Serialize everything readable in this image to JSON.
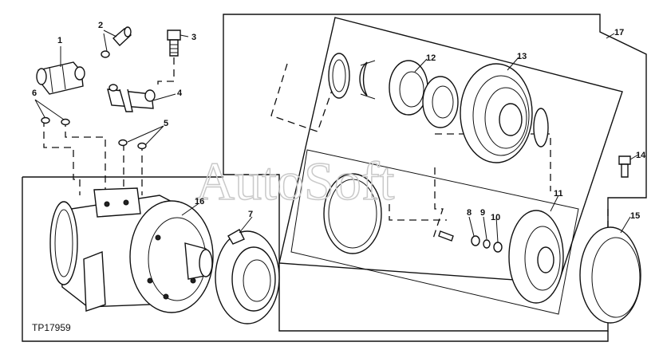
{
  "figure_id": "TP17959",
  "watermark": "AutoSoft",
  "callouts": [
    "1",
    "2",
    "3",
    "4",
    "5",
    "6",
    "7",
    "8",
    "9",
    "10",
    "11",
    "12",
    "13",
    "14",
    "15",
    "16",
    "17"
  ]
}
